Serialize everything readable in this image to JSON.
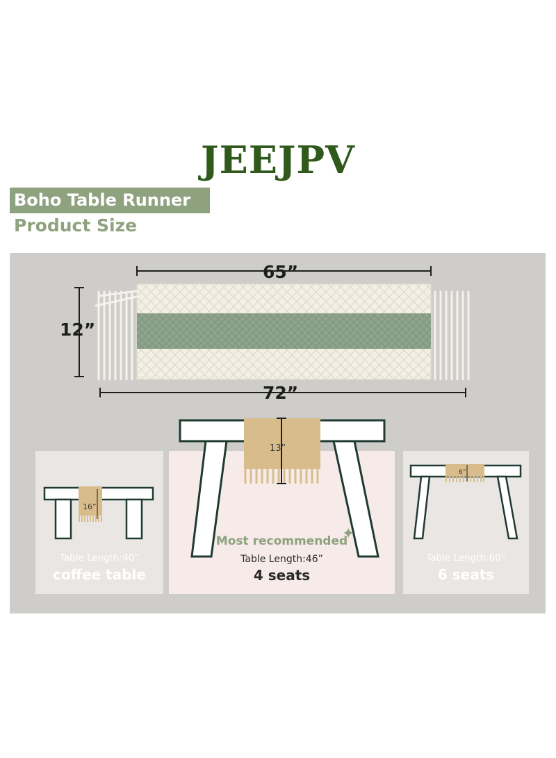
{
  "brand": "JEEJPV",
  "tag": "Boho Table Runner",
  "subtitle": "Product Size",
  "dimensions": {
    "width_body": "65”",
    "width_total": "72”",
    "height": "12”"
  },
  "cards": {
    "left": {
      "overhang": "16”",
      "length": "Table Length:40”",
      "label": "coffee table"
    },
    "middle": {
      "overhang": "13”",
      "badge": "Most recommended",
      "length": "Table Length:46”",
      "label": "4 seats"
    },
    "right": {
      "overhang": "6”",
      "length": "Table Length:60”",
      "label": "6 seats"
    }
  },
  "colors": {
    "brand": "#2f5a1c",
    "accent_sage": "#8fa27f",
    "panel": "#cfcdca",
    "runner_cream": "#f2efe4",
    "runner_stripe": "#8ea48c",
    "runner_tan": "#d8bc8c",
    "table_outline": "#1f3a32"
  },
  "icons": [
    "sparkle-icon",
    "table-icon",
    "runner-icon"
  ]
}
